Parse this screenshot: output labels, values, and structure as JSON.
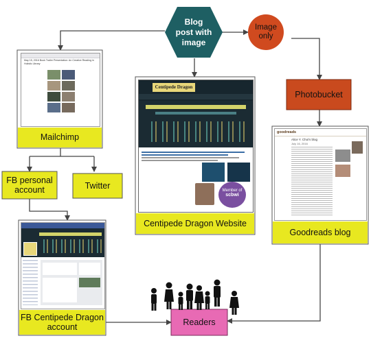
{
  "nodes": {
    "source": "Blog post with image",
    "image_only": "Image only",
    "photobucket": "Photobucket",
    "mailchimp": "Mailchimp",
    "fb_personal": "FB personal account",
    "twitter": "Twitter",
    "website": "Centipede Dragon Website",
    "goodreads": "Goodreads blog",
    "fb_centipede": "FB Centipede Dragon account",
    "readers": "Readers"
  },
  "colors": {
    "source": "#1e5f63",
    "image_only": "#d04a1f",
    "photobucket": "#c94a1e",
    "yellow": "#e8e820",
    "readers": "#e86ab4",
    "arrow": "#444444",
    "dark_web": "#1b2b33"
  },
  "thumbnails": {
    "mailchimp_heading": "May 15, 2016 Book Trailer Presentation: An Creative Reading in Holistic Library",
    "website_banner": "Centipede Dragon",
    "website_member_badge": "Member of",
    "website_badge_org": "scbwi",
    "goodreads_logo": "goodreads",
    "goodreads_title": "Alice Y. Choi's blog",
    "goodreads_date": "July 16, 2016"
  },
  "icons": [
    "people-silhouettes-icon"
  ]
}
